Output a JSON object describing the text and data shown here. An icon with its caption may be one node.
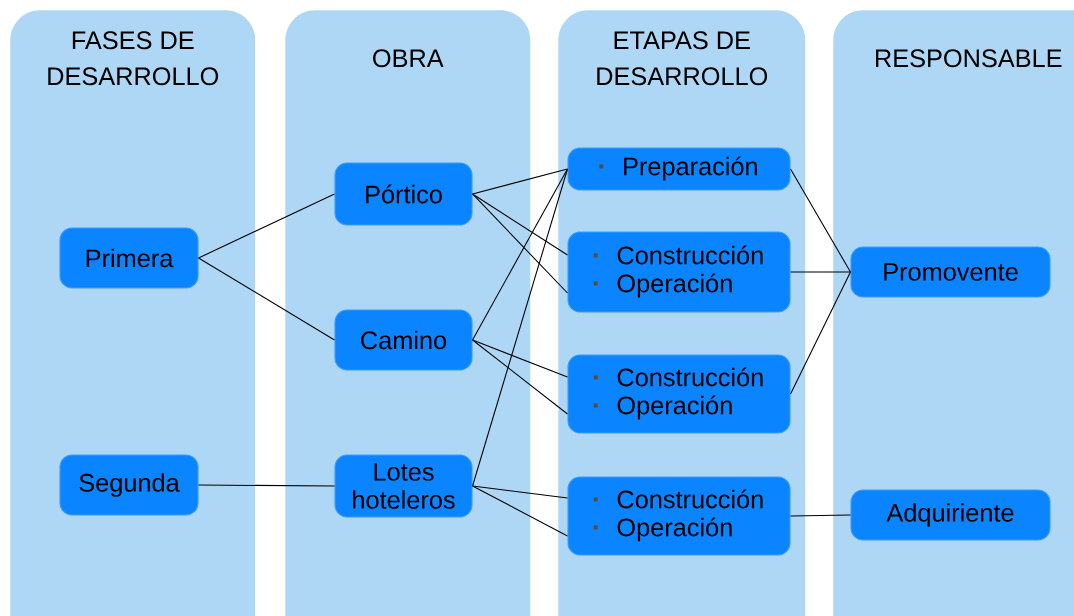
{
  "diagram": {
    "nodes": [
      {
        "text": [
          "FASES DE DESARROLLO"
        ]
      },
      {
        "text": [
          "OBRA"
        ]
      },
      {
        "text": [
          "ETAPAS DE DESARROLLO"
        ]
      },
      {
        "text": [
          "RESPONSABLE"
        ]
      },
      {
        "text": [
          "Primera"
        ],
        "in": 0
      },
      {
        "text": [
          "Segunda"
        ],
        "in": 0
      },
      {
        "text": [
          "Pórtico"
        ],
        "in": 1
      },
      {
        "text": [
          "Camino"
        ],
        "in": 1
      },
      {
        "text": [
          "Lotes hoteleros"
        ],
        "in": 1
      },
      {
        "text": [
          "Preparación"
        ],
        "in": 2
      },
      {
        "text": [
          "Construcción",
          "Operación"
        ],
        "in": 2
      },
      {
        "text": [
          "Construcción",
          "Operación"
        ],
        "in": 2
      },
      {
        "text": [
          "Construcción",
          "Operación"
        ],
        "in": 2
      },
      {
        "text": [
          "Promovente"
        ],
        "in": 3
      },
      {
        "text": [
          "Adquiriente"
        ],
        "in": 3
      }
    ],
    "edges": [
      {
        "from": 4,
        "to": 6,
        "arrow": "none"
      },
      {
        "from": 4,
        "to": 7,
        "arrow": "none"
      },
      {
        "from": 5,
        "to": 8,
        "arrow": "none"
      },
      {
        "from": 6,
        "to": 9,
        "arrow": "none"
      },
      {
        "from": 6,
        "to": 10,
        "arrow": "none"
      },
      {
        "from": 6,
        "to": 10,
        "arrow": "none"
      },
      {
        "from": 7,
        "to": 9,
        "arrow": "none"
      },
      {
        "from": 7,
        "to": 11,
        "arrow": "none"
      },
      {
        "from": 7,
        "to": 11,
        "arrow": "none"
      },
      {
        "from": 8,
        "to": 9,
        "arrow": "none"
      },
      {
        "from": 8,
        "to": 12,
        "arrow": "none"
      },
      {
        "from": 8,
        "to": 12,
        "arrow": "none"
      },
      {
        "from": 9,
        "to": 13,
        "arrow": "none"
      },
      {
        "from": 10,
        "to": 13,
        "arrow": "none"
      },
      {
        "from": 11,
        "to": 13,
        "arrow": "none"
      },
      {
        "from": 12,
        "to": 14,
        "arrow": "none"
      }
    ]
  }
}
